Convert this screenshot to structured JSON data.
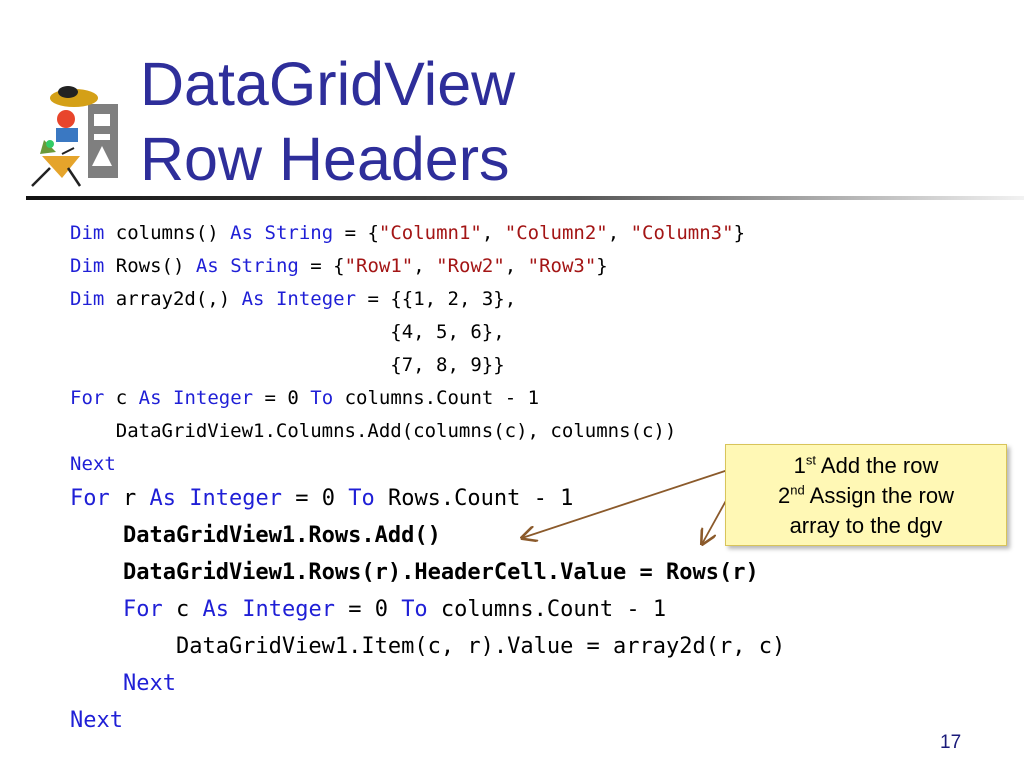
{
  "slide": {
    "title_line1": "DataGridView",
    "title_line2": "Row Headers",
    "page_number": "17"
  },
  "code": {
    "lines": [
      [
        {
          "t": "Dim",
          "s": "kw"
        },
        {
          "t": " columns() ",
          "s": ""
        },
        {
          "t": "As",
          "s": "kw"
        },
        {
          "t": " ",
          "s": ""
        },
        {
          "t": "String",
          "s": "kw"
        },
        {
          "t": " = {",
          "s": ""
        },
        {
          "t": "\"Column1\"",
          "s": "str"
        },
        {
          "t": ", ",
          "s": ""
        },
        {
          "t": "\"Column2\"",
          "s": "str"
        },
        {
          "t": ", ",
          "s": ""
        },
        {
          "t": "\"Column3\"",
          "s": "str"
        },
        {
          "t": "}",
          "s": ""
        }
      ],
      [
        {
          "t": "Dim",
          "s": "kw"
        },
        {
          "t": " Rows() ",
          "s": ""
        },
        {
          "t": "As",
          "s": "kw"
        },
        {
          "t": " ",
          "s": ""
        },
        {
          "t": "String",
          "s": "kw"
        },
        {
          "t": " = {",
          "s": ""
        },
        {
          "t": "\"Row1\"",
          "s": "str"
        },
        {
          "t": ", ",
          "s": ""
        },
        {
          "t": "\"Row2\"",
          "s": "str"
        },
        {
          "t": ", ",
          "s": ""
        },
        {
          "t": "\"Row3\"",
          "s": "str"
        },
        {
          "t": "}",
          "s": ""
        }
      ],
      [
        {
          "t": "Dim",
          "s": "kw"
        },
        {
          "t": " array2d(,) ",
          "s": ""
        },
        {
          "t": "As",
          "s": "kw"
        },
        {
          "t": " ",
          "s": ""
        },
        {
          "t": "Integer",
          "s": "kw"
        },
        {
          "t": " = {{1, 2, 3},",
          "s": ""
        }
      ],
      [
        {
          "t": "                            {4, 5, 6},",
          "s": ""
        }
      ],
      [
        {
          "t": "                            {7, 8, 9}}",
          "s": ""
        }
      ],
      [
        {
          "t": "For",
          "s": "kw"
        },
        {
          "t": " c ",
          "s": ""
        },
        {
          "t": "As",
          "s": "kw"
        },
        {
          "t": " ",
          "s": ""
        },
        {
          "t": "Integer",
          "s": "kw"
        },
        {
          "t": " = 0 ",
          "s": ""
        },
        {
          "t": "To",
          "s": "kw"
        },
        {
          "t": " columns.Count - 1",
          "s": ""
        }
      ],
      [
        {
          "t": "    DataGridView1.Columns.Add(columns(c), columns(c))",
          "s": ""
        }
      ],
      [
        {
          "t": "Next",
          "s": "kw"
        }
      ]
    ],
    "lines_large": [
      [
        {
          "t": "For",
          "s": "kw"
        },
        {
          "t": " r ",
          "s": ""
        },
        {
          "t": "As",
          "s": "kw"
        },
        {
          "t": " ",
          "s": ""
        },
        {
          "t": "Integer",
          "s": "kw"
        },
        {
          "t": " = 0 ",
          "s": ""
        },
        {
          "t": "To",
          "s": "kw"
        },
        {
          "t": " Rows.Count - 1",
          "s": ""
        }
      ],
      [
        {
          "t": "    DataGridView1.Rows.Add()",
          "s": "bold"
        }
      ],
      [
        {
          "t": "    DataGridView1.Rows(r).HeaderCell.Value = Rows(r)",
          "s": "bold"
        }
      ],
      [
        {
          "t": "    ",
          "s": ""
        },
        {
          "t": "For",
          "s": "kw"
        },
        {
          "t": " c ",
          "s": ""
        },
        {
          "t": "As",
          "s": "kw"
        },
        {
          "t": " ",
          "s": ""
        },
        {
          "t": "Integer",
          "s": "kw"
        },
        {
          "t": " = 0 ",
          "s": ""
        },
        {
          "t": "To",
          "s": "kw"
        },
        {
          "t": " columns.Count - 1",
          "s": ""
        }
      ],
      [
        {
          "t": "        DataGridView1.Item(c, r).Value = array2d(r, c)",
          "s": ""
        }
      ],
      [
        {
          "t": "    ",
          "s": ""
        },
        {
          "t": "Next",
          "s": "kw"
        }
      ],
      [
        {
          "t": "Next",
          "s": "kw"
        }
      ]
    ]
  },
  "callout": {
    "line1_num": "1",
    "line1_sup": "st",
    "line1_text": " Add the row",
    "line2_num": "2",
    "line2_sup": "nd",
    "line2_text": " Assign the row",
    "line3_text": "array to the dgv"
  },
  "colors": {
    "title": "#2e2e9a",
    "keyword": "#1f1fd6",
    "string": "#a31515",
    "callout_bg": "#fff8b5",
    "arrow": "#8b5a2b"
  },
  "icons": {
    "logo": "people-shapes-logo-icon"
  }
}
